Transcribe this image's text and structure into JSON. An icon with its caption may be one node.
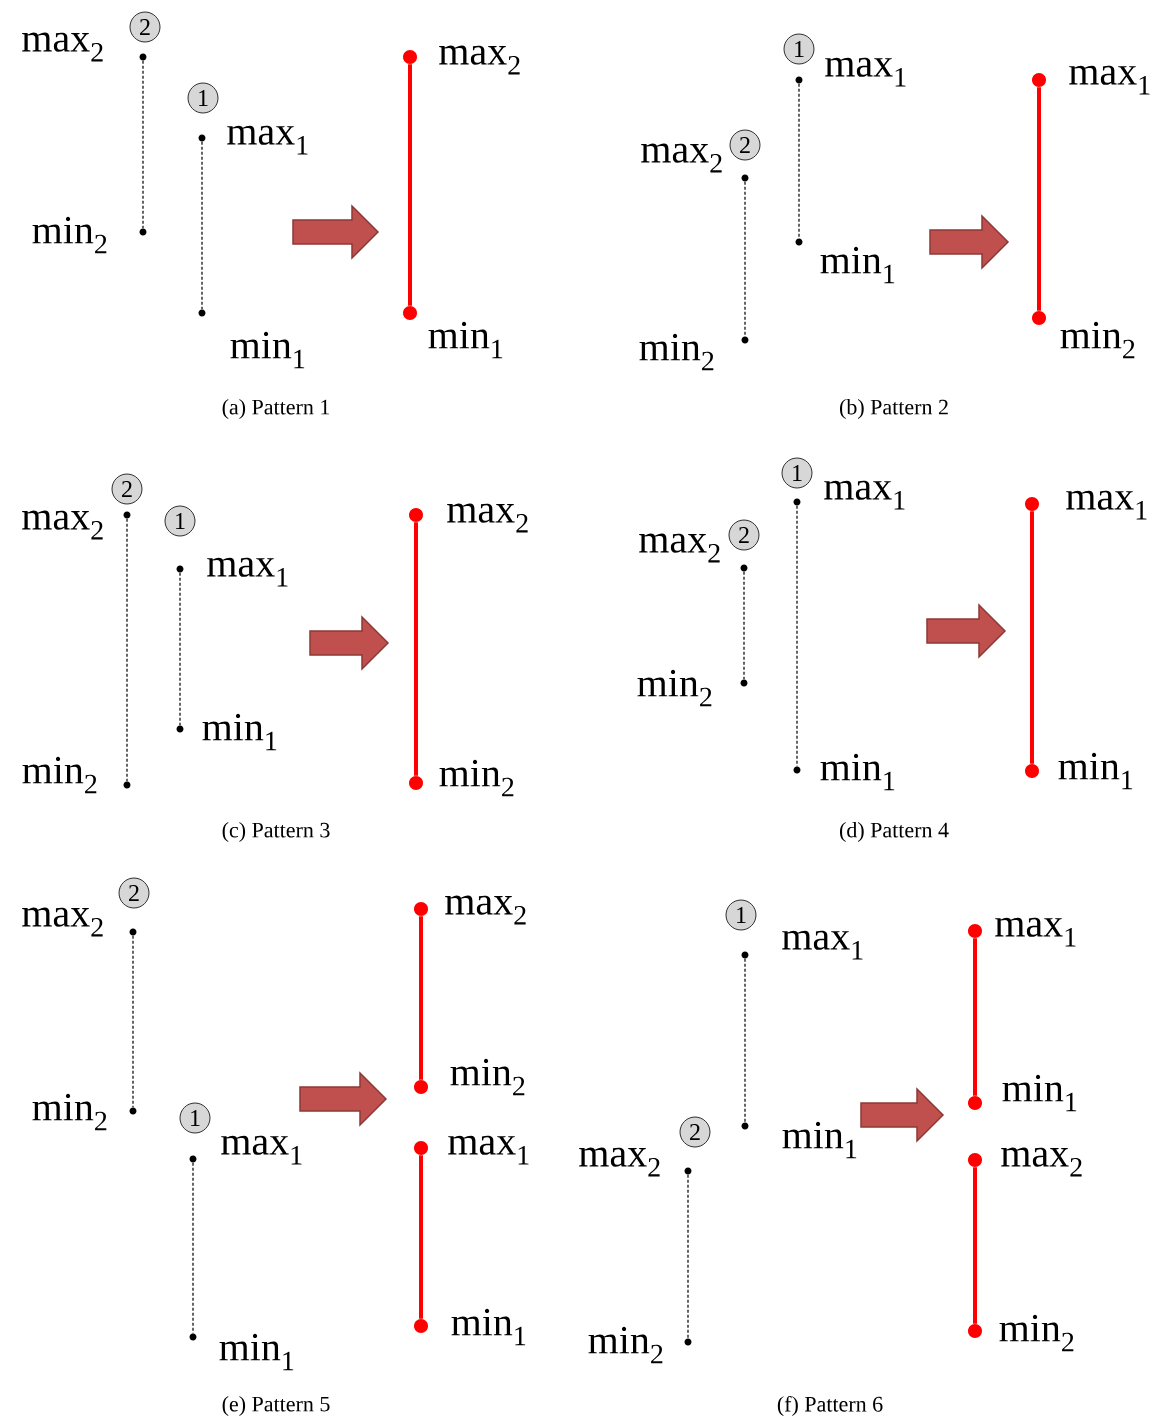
{
  "diagram": {
    "nodes": [
      {
        "text": [
          "2"
        ]
      },
      {
        "text": [],
        "shape": "circle",
        "beside": [
          "max$_{2}$"
        ]
      },
      {
        "text": [],
        "shape": "circle",
        "beside": [
          "min$_{2}$"
        ]
      },
      {
        "text": [
          "1"
        ]
      },
      {
        "text": [],
        "shape": "circle",
        "beside": [
          "max$_{1}$"
        ]
      },
      {
        "text": [],
        "shape": "circle",
        "beside": [
          "min$_{1}$"
        ]
      },
      {
        "text": [],
        "shape": "circle",
        "beside": [
          "max$_{2}$"
        ]
      },
      {
        "text": [],
        "shape": "circle",
        "beside": [
          "min$_{1}$"
        ]
      },
      {
        "text": [
          "1"
        ]
      },
      {
        "text": [],
        "shape": "circle",
        "beside": [
          "max$_{1}$"
        ]
      },
      {
        "text": [],
        "shape": "circle",
        "beside": [
          "min$_{1}$"
        ]
      },
      {
        "text": [
          "2"
        ]
      },
      {
        "text": [],
        "shape": "circle",
        "beside": [
          "max$_{2}$"
        ]
      },
      {
        "text": [],
        "shape": "circle",
        "beside": [
          "min$_{2}$"
        ]
      },
      {
        "text": [],
        "shape": "circle",
        "beside": [
          "max$_{1}$"
        ]
      },
      {
        "text": [],
        "shape": "circle",
        "beside": [
          "min$_{2}$"
        ]
      },
      {
        "text": [
          "2"
        ]
      },
      {
        "text": [],
        "shape": "circle",
        "beside": [
          "max$_{2}$"
        ]
      },
      {
        "text": [],
        "shape": "circle",
        "beside": [
          "min$_{2}$"
        ]
      },
      {
        "text": [
          "1"
        ]
      },
      {
        "text": [],
        "shape": "circle",
        "beside": [
          "max$_{1}$"
        ]
      },
      {
        "text": [],
        "shape": "circle",
        "beside": [
          "min$_{1}$"
        ]
      },
      {
        "text": [],
        "shape": "circle",
        "beside": [
          "max$_{2}$"
        ]
      },
      {
        "text": [],
        "shape": "circle",
        "beside": [
          "min$_{2}$"
        ]
      },
      {
        "text": [
          "1"
        ]
      },
      {
        "text": [],
        "shape": "circle",
        "beside": [
          "max$_{1}$"
        ]
      },
      {
        "text": [],
        "shape": "circle",
        "beside": [
          "min$_{1}$"
        ]
      },
      {
        "text": [
          "2"
        ]
      },
      {
        "text": [],
        "shape": "circle",
        "beside": [
          "max$_{2}$"
        ]
      },
      {
        "text": [],
        "shape": "circle",
        "beside": [
          "min$_{2}$"
        ]
      },
      {
        "text": [],
        "shape": "circle",
        "beside": [
          "max$_{1}$"
        ]
      },
      {
        "text": [],
        "shape": "circle",
        "beside": [
          "min$_{1}$"
        ]
      },
      {
        "text": [
          "2"
        ]
      },
      {
        "text": [],
        "shape": "circle",
        "beside": [
          "max$_{2}$"
        ]
      },
      {
        "text": [],
        "shape": "circle",
        "beside": [
          "min$_{2}$"
        ]
      },
      {
        "text": [
          "1"
        ]
      },
      {
        "text": [],
        "shape": "circle",
        "beside": [
          "max$_{1}$"
        ]
      },
      {
        "text": [],
        "shape": "circle",
        "beside": [
          "min$_{1}$"
        ]
      },
      {
        "text": [],
        "shape": "circle",
        "beside": [
          "max$_{2}$"
        ]
      },
      {
        "text": [],
        "shape": "circle",
        "beside": [
          "min$_{2}$"
        ]
      },
      {
        "text": [],
        "shape": "circle",
        "beside": [
          "max$_{1}$"
        ]
      },
      {
        "text": [],
        "shape": "circle",
        "beside": [
          "min$_{1}$"
        ]
      },
      {
        "text": [
          "1"
        ]
      },
      {
        "text": [],
        "shape": "circle",
        "beside": [
          "max$_{1}$"
        ]
      },
      {
        "text": [],
        "shape": "circle",
        "beside": [
          "min$_{1}$"
        ]
      },
      {
        "text": [
          "2"
        ]
      },
      {
        "text": [],
        "shape": "circle",
        "beside": [
          "max$_{2}$"
        ]
      },
      {
        "text": [],
        "shape": "circle",
        "beside": [
          "min$_{2}$"
        ]
      },
      {
        "text": [],
        "shape": "circle",
        "beside": [
          "max$_{1}$"
        ]
      },
      {
        "text": [],
        "shape": "circle",
        "beside": [
          "min$_{1}$"
        ]
      },
      {
        "text": [],
        "shape": "circle",
        "beside": [
          "max$_{2}$"
        ]
      },
      {
        "text": [],
        "shape": "circle",
        "beside": [
          "min$_{2}$"
        ]
      }
    ],
    "edges": [
      {
        "from": 1,
        "to": 2,
        "arrow": "none",
        "style": "dashed"
      },
      {
        "from": 4,
        "to": 5,
        "arrow": "none",
        "style": "dashed"
      },
      {
        "from": 6,
        "to": 7,
        "arrow": "none",
        "style": "thick",
        "color": "#ff0000"
      },
      {
        "from": 9,
        "to": 10,
        "arrow": "none",
        "style": "dashed"
      },
      {
        "from": 12,
        "to": 13,
        "arrow": "none",
        "style": "dashed"
      },
      {
        "from": 14,
        "to": 15,
        "arrow": "none",
        "style": "thick",
        "color": "#ff0000"
      },
      {
        "from": 17,
        "to": 18,
        "arrow": "none",
        "style": "dashed"
      },
      {
        "from": 20,
        "to": 21,
        "arrow": "none",
        "style": "dashed"
      },
      {
        "from": 22,
        "to": 23,
        "arrow": "none",
        "style": "thick",
        "color": "#ff0000"
      },
      {
        "from": 25,
        "to": 26,
        "arrow": "none",
        "style": "dashed"
      },
      {
        "from": 28,
        "to": 29,
        "arrow": "none",
        "style": "dashed"
      },
      {
        "from": 30,
        "to": 31,
        "arrow": "none",
        "style": "thick",
        "color": "#ff0000"
      },
      {
        "from": 33,
        "to": 34,
        "arrow": "none",
        "style": "dashed"
      },
      {
        "from": 36,
        "to": 37,
        "arrow": "none",
        "style": "dashed"
      },
      {
        "from": 38,
        "to": 39,
        "arrow": "none",
        "style": "thick",
        "color": "#ff0000"
      },
      {
        "from": 40,
        "to": 41,
        "arrow": "none",
        "style": "thick",
        "color": "#ff0000"
      },
      {
        "from": 43,
        "to": 44,
        "arrow": "none",
        "style": "dashed"
      },
      {
        "from": 46,
        "to": 47,
        "arrow": "none",
        "style": "dashed"
      },
      {
        "from": 48,
        "to": 49,
        "arrow": "none",
        "style": "thick",
        "color": "#ff0000"
      },
      {
        "from": 50,
        "to": 51,
        "arrow": "none",
        "style": "thick",
        "color": "#ff0000"
      }
    ],
    "labels": [
      "(a)  Pattern 1",
      "(b)  Pattern 2",
      "(c)  Pattern 3",
      "(d)  Pattern 4",
      "(e)  Pattern 5",
      "(f)  Pattern 6"
    ]
  }
}
